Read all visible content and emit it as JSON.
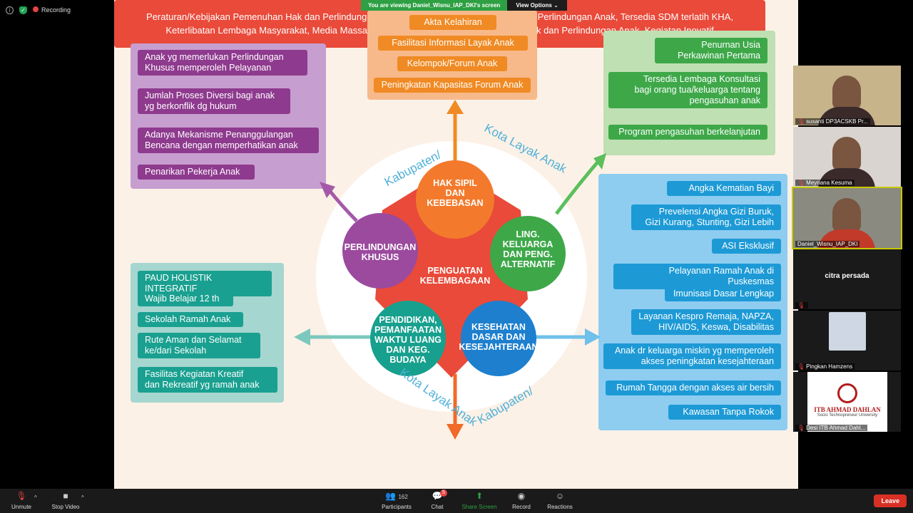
{
  "topbar": {
    "recording_label": "Recording"
  },
  "share_banner": {
    "viewing": "You are viewing Daniel_Wisnu_IAP_DKI's screen",
    "view_options": "View Options"
  },
  "slide": {
    "purple_items": [
      "Anak yg memerlukan Perlindungan\nKhusus memperoleh Pelayanan",
      "Jumlah Proses Diversi bagi anak\nyg berkonflik dg hukum",
      "Adanya Mekanisme Penanggulangan\nBencana dengan memperhatikan anak",
      "Penarikan Pekerja Anak"
    ],
    "orange_items": [
      "Akta Kelahiran",
      "Fasilitasi  Informasi Layak Anak",
      "Kelompok/Forum Anak",
      "Peningkatan Kapasitas Forum Anak"
    ],
    "green_items": [
      "Penurnan Usia\nPerkawinan Pertama",
      "Tersedia Lembaga Konsultasi\nbagi orang tua/keluarga tentang\npengasuhan anak",
      "Program pengasuhan berkelanjutan"
    ],
    "teal_items": [
      "PAUD HOLISTIK INTEGRATIF",
      "Wajib Belajar 12 th",
      "Sekolah Ramah Anak",
      "Rute Aman dan Selamat\nke/dari Sekolah",
      "Fasilitas Kegiatan Kreatif\ndan Rekreatif yg ramah anak"
    ],
    "blue_items": [
      "Angka Kematian Bayi",
      "Prevelensi Angka Gizi Buruk,\nGizi Kurang, Stunting, Gizi Lebih",
      "ASI  Eksklusif",
      "Pelayanan Ramah Anak di Puskesmas",
      "Imunisasi Dasar Lengkap",
      "Layanan Kespro Remaja, NAPZA,\nHIV/AIDS, Keswa, Disabilitas",
      "Anak dr keluarga miskin yg memperoleh\nakses peningkatan kesejahteraan",
      "Rumah Tangga dengan akses air bersih",
      "Kawasan Tanpa Rokok"
    ],
    "bottom_text": "Peraturan/Kebijakan Pemenuhan Hak dan Perlindungan Anak, Anggaran Pemenuhan Hak dan Perlindungan Anak, Tersedia SDM terlatih KHA,\nKeterlibatan Lembaga Masyarakat, Media Massa dan Dunia Usaha dalam Pemenuhan Hak dan Perlindungan Anak, Kegiatan Inovatif",
    "petals": {
      "top": "HAK SIPIL\nDAN\nKEBEBASAN",
      "left": "PERLINDUNGAN\nKHUSUS",
      "right": "LING.\nKELUARGA\nDAN PENG.\nALTERNATIF",
      "bottom_left": "PENDIDIKAN,\nPEMANFAATAN\nWAKTU LUANG\nDAN KEG.\nBUDAYA",
      "bottom_right": "KESEHATAN\nDASAR DAN\nKESEJAHTERAAN",
      "center": "PENGUATAN\nKELEMBAGAAN"
    },
    "arc_top_left": "Kabupaten/",
    "arc_top_right": "Kota Layak Anak",
    "arc_bottom_left": "Kota Layak Anak",
    "arc_bottom_right": "Kabupaten/",
    "colors": {
      "purple": "#8e3a8e",
      "orange": "#f08a24",
      "green": "#3ea849",
      "teal": "#1aa090",
      "blue": "#1d9ad6",
      "red": "#e94a3a"
    }
  },
  "participants": [
    {
      "name": "susanti DP3ACSKB Pr...",
      "type": "video"
    },
    {
      "name": "Meyriana Kesuma",
      "type": "video"
    },
    {
      "name": "Daniel_Wisnu_IAP_DKI",
      "type": "video",
      "active": true
    },
    {
      "name": "",
      "center_name": "citra persada",
      "type": "name"
    },
    {
      "name": "Pingkan Hamzens",
      "type": "photo"
    },
    {
      "name": "Desi ITB Ahmad Dahl...",
      "type": "logo",
      "logo_title": "ITB AHMAD DAHLAN",
      "logo_sub": "Socio Technopreneur University"
    }
  ],
  "toolbar": {
    "unmute": "Unmute",
    "stop_video": "Stop Video",
    "participants": "Participants",
    "participants_count": "162",
    "chat": "Chat",
    "chat_badge": "5",
    "share_screen": "Share Screen",
    "record": "Record",
    "reactions": "Reactions",
    "leave": "Leave"
  }
}
